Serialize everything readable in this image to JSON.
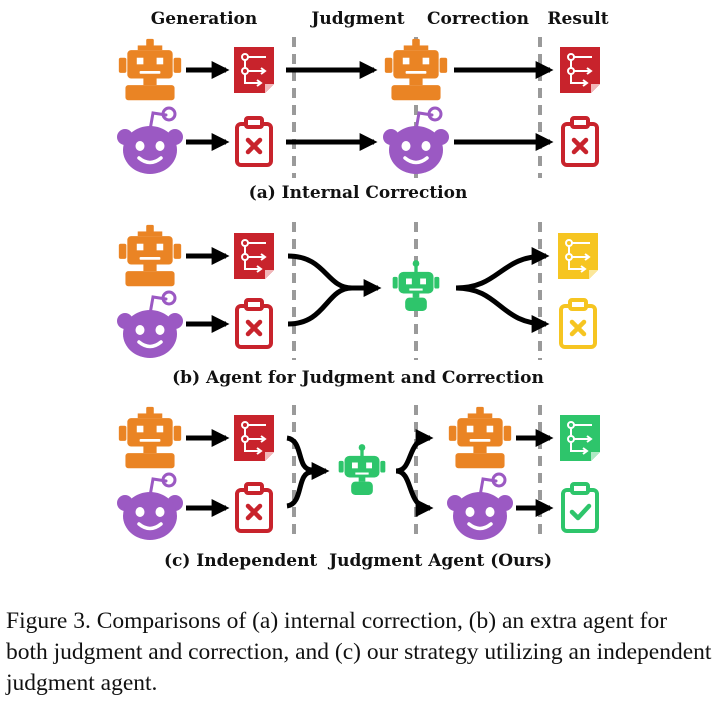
{
  "headers": {
    "generation": "Generation",
    "judgment": "Judgment",
    "correction": "Correction",
    "result": "Result"
  },
  "panels": {
    "a": "(a) Internal Correction",
    "b": "(b) Agent for Judgment and Correction",
    "c": "(c) Independent  Judgment Agent (Ours)"
  },
  "caption": "Figure 3. Comparisons of (a) internal correction, (b) an extra agent for both judgment and correction, and (c) our strategy utilizing an independent judgment agent.",
  "colors": {
    "orange_robot": "#ea8424",
    "purple_agent": "#9b59c3",
    "red_doc": "#c8232c",
    "yellow_doc": "#f6c521",
    "green": "#2ec56b",
    "divider": "#9a9a9a",
    "arrow": "#000000"
  }
}
